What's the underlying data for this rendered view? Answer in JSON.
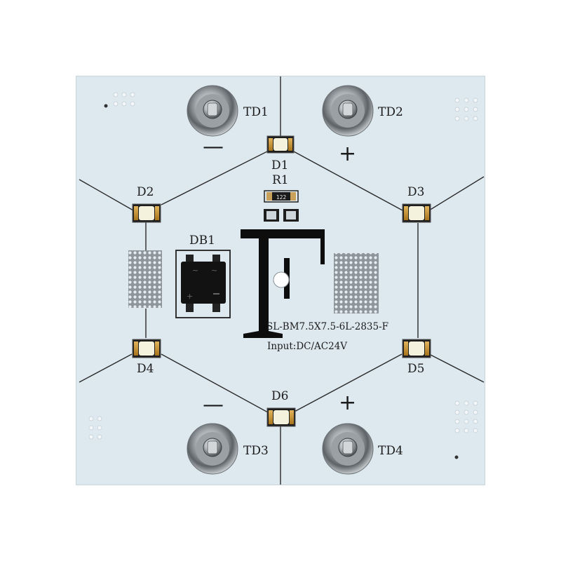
{
  "board": {
    "model_text": "SL-BM7.5X7.5-6L-2835-F",
    "input_text": "Input:DC/AC24V",
    "resistor_marking": "122",
    "colors": {
      "substrate": "#dde8ef",
      "silkscreen": "#222222",
      "pad_gold": "#c8932e",
      "led_emitter": "#f4f2dc",
      "terminal_metal": "#8a8f93"
    }
  },
  "terminals": [
    {
      "id": "td1",
      "label": "TD1",
      "polarity": "—"
    },
    {
      "id": "td2",
      "label": "TD2",
      "polarity": "+"
    },
    {
      "id": "td3",
      "label": "TD3",
      "polarity": "—"
    },
    {
      "id": "td4",
      "label": "TD4",
      "polarity": "+"
    }
  ],
  "leds": [
    {
      "id": "d1",
      "label": "D1"
    },
    {
      "id": "d2",
      "label": "D2"
    },
    {
      "id": "d3",
      "label": "D3"
    },
    {
      "id": "d4",
      "label": "D4"
    },
    {
      "id": "d5",
      "label": "D5"
    },
    {
      "id": "d6",
      "label": "D6"
    }
  ],
  "components": {
    "bridge_label": "DB1",
    "resistor_label": "R1"
  }
}
